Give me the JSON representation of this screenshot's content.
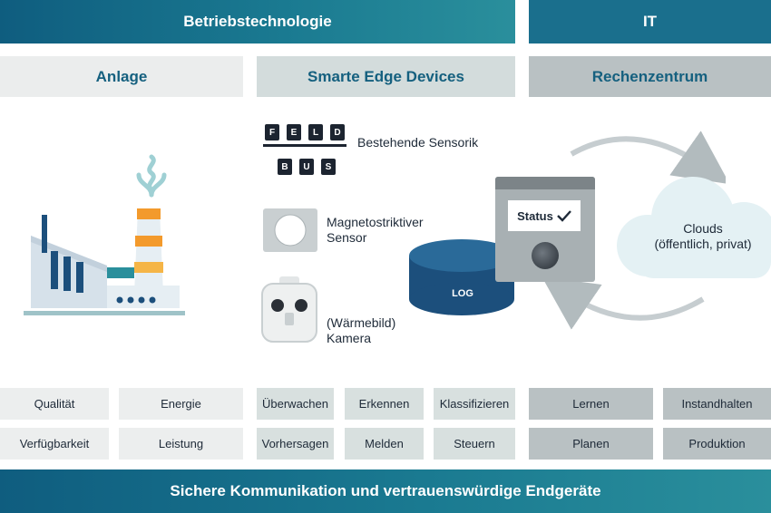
{
  "headers": {
    "ot": "Betriebstechnologie",
    "it": "IT"
  },
  "columns": {
    "plant": "Anlage",
    "edge": "Smarte Edge Devices",
    "datacenter": "Rechenzentrum"
  },
  "feldbus": {
    "top": [
      "F",
      "E",
      "L",
      "D"
    ],
    "bottom": [
      "B",
      "U",
      "S"
    ]
  },
  "devices": {
    "sensorik": "Bestehende Sensorik",
    "magnet_line1": "Magnetostriktiver",
    "magnet_line2": "Sensor",
    "camera_line1": "(Wärmebild)",
    "camera_line2": "Kamera"
  },
  "log_label": "LOG",
  "status_label": "Status",
  "clouds": {
    "line1": "Clouds",
    "line2": "(öffentlich, privat)"
  },
  "plant_cells": [
    [
      "Qualität",
      "Energie"
    ],
    [
      "Verfügbarkeit",
      "Leistung"
    ]
  ],
  "edge_cells": [
    [
      "Überwachen",
      "Erkennen",
      "Klassifizieren"
    ],
    [
      "Vorhersagen",
      "Melden",
      "Steuern"
    ]
  ],
  "dc_cells": [
    [
      "Lernen",
      "Instandhalten"
    ],
    [
      "Planen",
      "Produktion"
    ]
  ],
  "footer": "Sichere Kommunikation und vertrauenswürdige Endgeräte",
  "colors": {
    "teal_dark": "#0f5d7f",
    "teal_light": "#2a8f9c",
    "orange": "#f5a623",
    "navy": "#1c4f7c"
  }
}
